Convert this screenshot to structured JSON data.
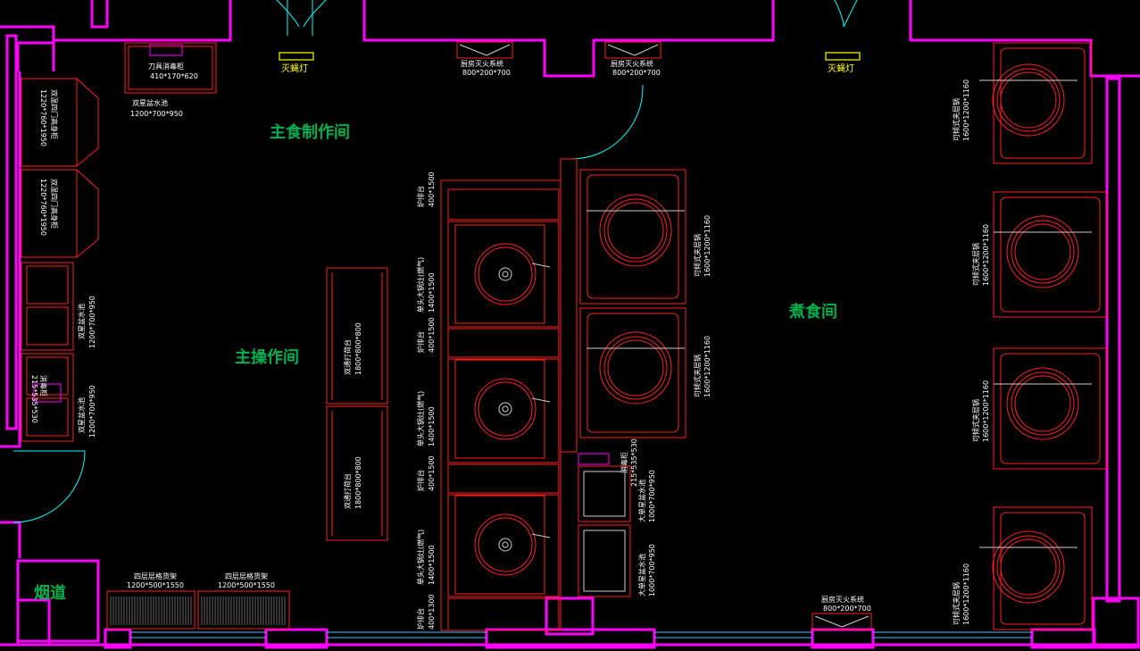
{
  "rooms": {
    "staple": "主食制作间",
    "main_ops": "主操作间",
    "boiling": "煮食间",
    "flue": "烟道"
  },
  "lamps": [
    "灭蝇灯",
    "灭蝇灯"
  ],
  "fire_systems": [
    {
      "name": "厨房灭火系统",
      "size": "800*200*700"
    },
    {
      "name": "厨房灭火系统",
      "size": "800*200*700"
    },
    {
      "name": "厨房灭火系统",
      "size": "800*200*700"
    }
  ],
  "left_equipment": {
    "knife_cabinet_name": "刀具消毒柜",
    "knife_cabinet_size": "410*170*620",
    "sink_top_name": "双星盆水池",
    "sink_top_size": "1200*700*950",
    "fridge1_name": "双温四门高身柜",
    "fridge1_size": "1220*760*1950",
    "fridge2_name": "双温四门高身柜",
    "fridge2_size": "1220*760*1950",
    "sink1_name": "双星盆水池",
    "sink1_size": "1200*700*950",
    "sink2_name": "双星盆水池",
    "sink2_size": "1200*700*950",
    "disinfect_name": "消毒柜",
    "disinfect_size": "215*535*530"
  },
  "center": {
    "workbench1_name": "双通打荷台",
    "workbench1_size": "1800*800*800",
    "workbench2_name": "双通打荷台",
    "workbench2_size": "1800*800*800"
  },
  "stove_column": [
    {
      "name": "炉排台",
      "size": "400*1500"
    },
    {
      "name": "单头大锅灶(燃气)",
      "size": "1400*1500"
    },
    {
      "name": "炉排台",
      "size": "400*1500"
    },
    {
      "name": "单头大锅灶(燃气)",
      "size": "1400*1500"
    },
    {
      "name": "炉排台",
      "size": "400*1500"
    },
    {
      "name": "单头大锅灶(燃气)",
      "size": "1400*1500"
    },
    {
      "name": "炉排台",
      "size": "400*1300"
    }
  ],
  "tilting_pans": [
    {
      "name": "可倾式夹层锅",
      "size": "1600*1200*1160"
    },
    {
      "name": "可倾式夹层锅",
      "size": "1600*1200*1160"
    },
    {
      "name": "可倾式夹层锅",
      "size": "1600*1200*1160"
    },
    {
      "name": "可倾式夹层锅",
      "size": "1600*1200*1160"
    },
    {
      "name": "可倾式夹层锅",
      "size": "1600*1200*1160"
    },
    {
      "name": "可倾式夹层锅",
      "size": "1600*1200*1160"
    }
  ],
  "mid_sinks": {
    "disinfect_name": "消毒柜",
    "disinfect_size": "215*535*530",
    "sink1_name": "大单星盆水池",
    "sink1_size": "1000*700*950",
    "sink2_name": "大单星盆水池",
    "sink2_size": "1000*700*950"
  },
  "shelves": [
    {
      "name": "四层层格货架",
      "size": "1200*500*1550"
    },
    {
      "name": "四层层格货架",
      "size": "1200*500*1550"
    }
  ],
  "colors": {
    "wall": "#ff00ff",
    "equipment": "#ff2020",
    "room_label": "#00b050",
    "lamp": "#ffff00",
    "text": "#ffffff",
    "door": "#00ffff"
  }
}
